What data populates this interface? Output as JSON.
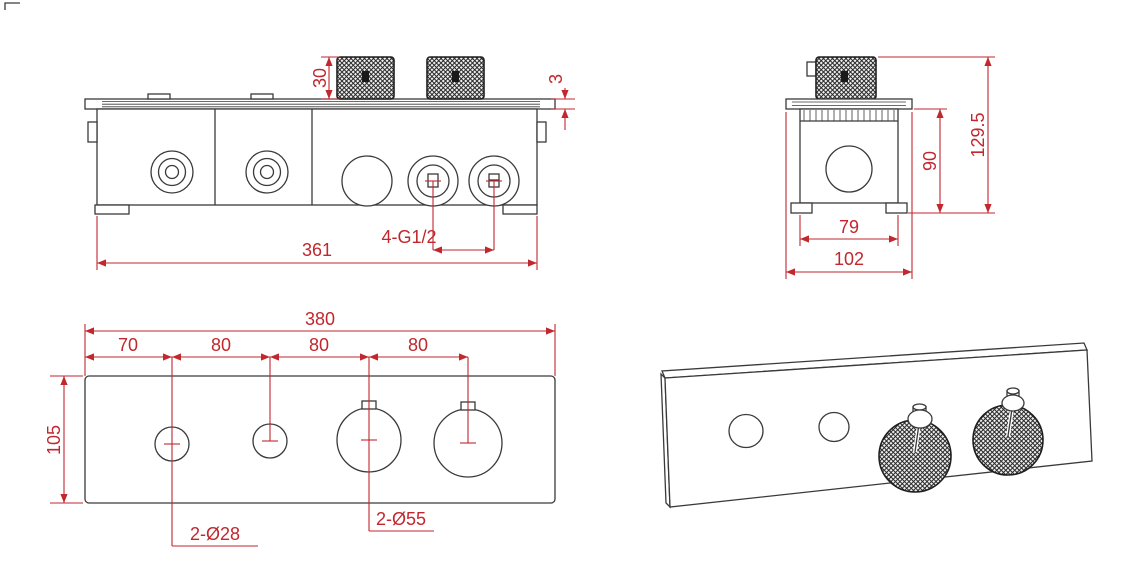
{
  "drawing": {
    "front_view": {
      "knob_height": "30",
      "plate_thickness": "3",
      "port_thread": "4-G1/2",
      "body_width": "361"
    },
    "side_view": {
      "body_height": "90",
      "overall_height": "129.5",
      "body_width": "79",
      "plate_depth": "102"
    },
    "faceplate_view": {
      "plate_width": "380",
      "pitches": [
        "70",
        "80",
        "80",
        "80"
      ],
      "plate_height": "105",
      "small_holes": "2-Ø28",
      "large_holes": "2-Ø55"
    }
  },
  "colors": {
    "outline": "#3a3a3a",
    "dimension": "#c1272d",
    "background": "#ffffff"
  }
}
